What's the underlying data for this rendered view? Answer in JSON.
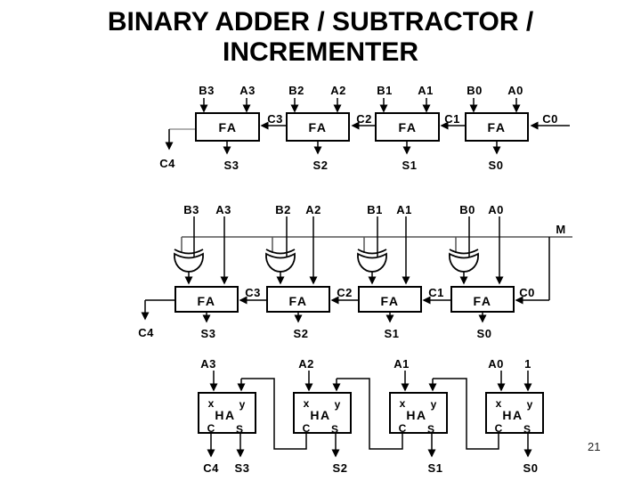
{
  "title": {
    "line1": "BINARY  ADDER / SUBTRACTOR /",
    "line2": "INCREMENTER"
  },
  "page_number": "21",
  "colors": {
    "background": "#ffffff",
    "ink": "#000000",
    "muted_wire": "#999999"
  },
  "adder": {
    "block": "FA",
    "inputs": [
      "B3",
      "A3",
      "B2",
      "A2",
      "B1",
      "A1",
      "B0",
      "A0"
    ],
    "carries": [
      "C3",
      "C2",
      "C1"
    ],
    "carry_in": "C0",
    "carry_out": "C4",
    "sums": [
      "S3",
      "S2",
      "S1",
      "S0"
    ]
  },
  "addsub": {
    "block": "FA",
    "inputs": [
      "B3",
      "A3",
      "B2",
      "A2",
      "B1",
      "A1",
      "B0",
      "A0"
    ],
    "mode": "M",
    "carries": [
      "C3",
      "C2",
      "C1",
      "C0"
    ],
    "carry_out": "C4",
    "sums": [
      "S3",
      "S2",
      "S1",
      "S0"
    ]
  },
  "inc": {
    "block": "HA",
    "inputs": [
      "A3",
      "A2",
      "A1",
      "A0"
    ],
    "const_one": "1",
    "ports": {
      "x": "x",
      "y": "y",
      "c": "C",
      "s": "S"
    },
    "carry_out": "C4",
    "sums": [
      "S3",
      "S2",
      "S1",
      "S0"
    ]
  }
}
